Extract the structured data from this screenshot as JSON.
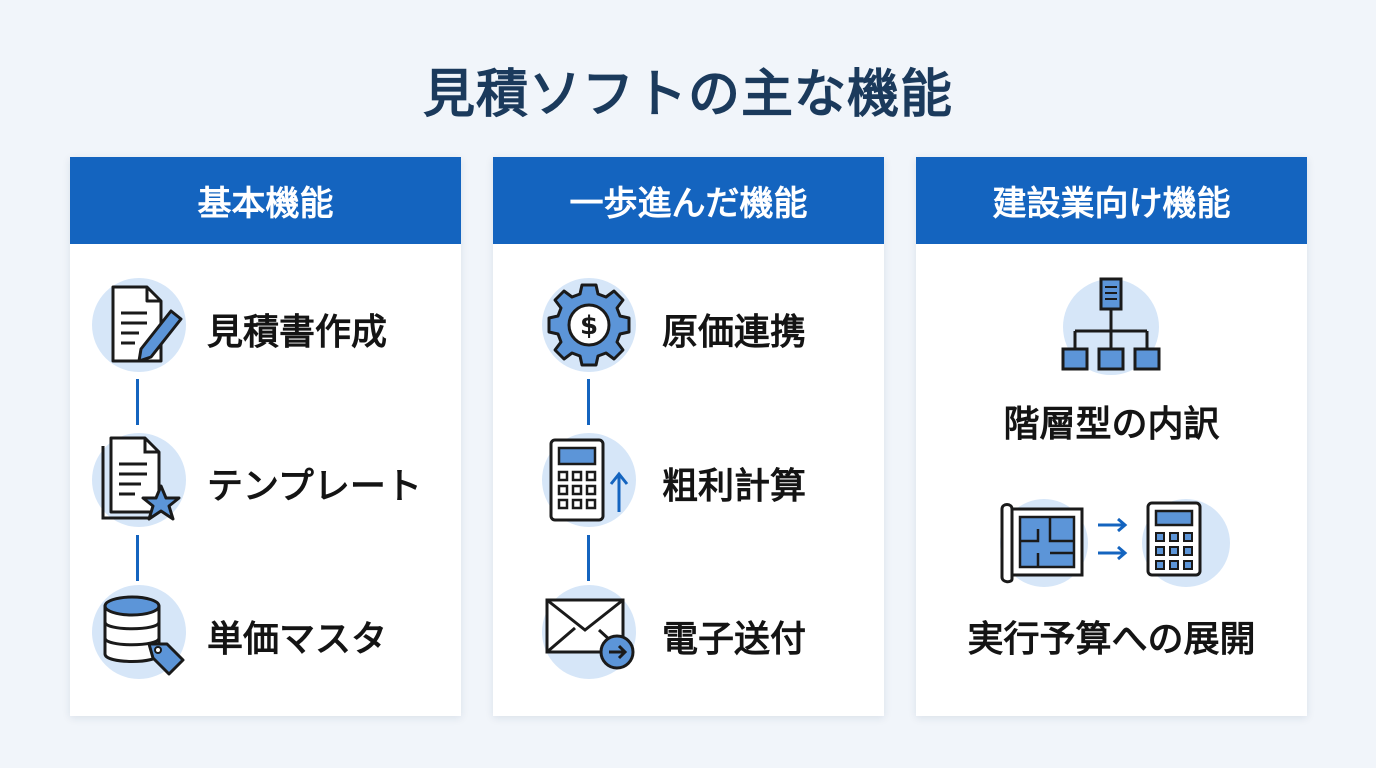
{
  "title": "見積ソフトの主な機能",
  "colors": {
    "background": "#f1f5fa",
    "header": "#1464bf",
    "title": "#1b3a5c",
    "icon_fill": "#d6e6f8",
    "icon_accent": "#5c95d8"
  },
  "columns": [
    {
      "header": "基本機能",
      "items": [
        {
          "label": "見積書作成",
          "icon": "document-pencil-icon"
        },
        {
          "label": "テンプレート",
          "icon": "document-star-icon"
        },
        {
          "label": "単価マスタ",
          "icon": "database-tag-icon"
        }
      ]
    },
    {
      "header": "一歩進んだ機能",
      "items": [
        {
          "label": "原価連携",
          "icon": "gear-dollar-icon"
        },
        {
          "label": "粗利計算",
          "icon": "calculator-up-arrow-icon"
        },
        {
          "label": "電子送付",
          "icon": "envelope-arrow-icon"
        }
      ]
    },
    {
      "header": "建設業向け機能",
      "items": [
        {
          "label": "階層型の内訳",
          "icon": "hierarchy-icon"
        },
        {
          "label": "実行予算への展開",
          "icon": "blueprint-to-calculator-icon"
        }
      ]
    }
  ]
}
